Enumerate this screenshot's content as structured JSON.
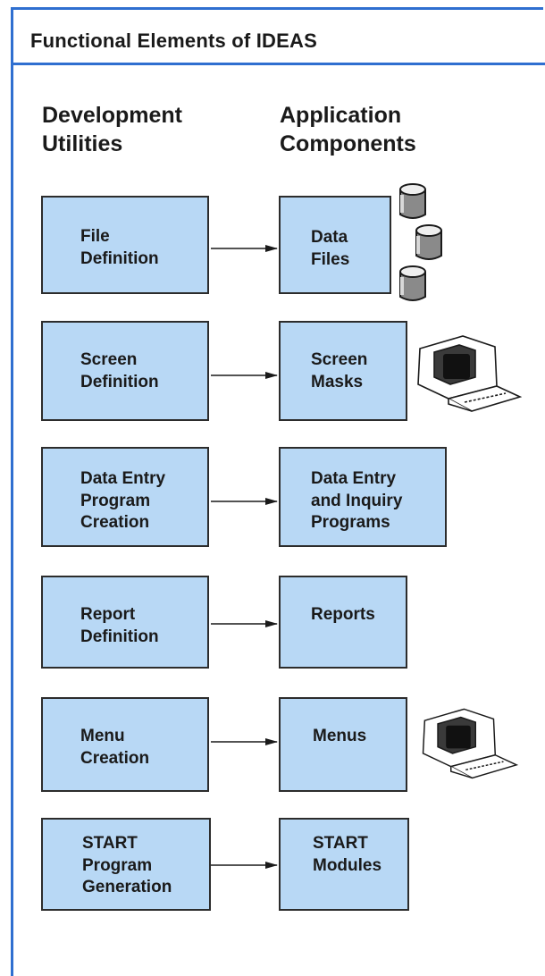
{
  "title": "Functional Elements of IDEAS",
  "columns": {
    "left_heading": "Development\nUtilities",
    "right_heading": "Application\nComponents"
  },
  "rows": [
    {
      "utility": "File\nDefinition",
      "component": "Data\nFiles",
      "art": "disk-pack-icon"
    },
    {
      "utility": "Screen\nDefinition",
      "component": "Screen\nMasks",
      "art": "terminal-icon"
    },
    {
      "utility": "Data Entry\nProgram\nCreation",
      "component": "Data Entry\nand Inquiry\nPrograms",
      "art": ""
    },
    {
      "utility": "Report\nDefinition",
      "component": "Reports",
      "art": ""
    },
    {
      "utility": "Menu\nCreation",
      "component": "Menus",
      "art": "terminal-icon"
    },
    {
      "utility": "START\nProgram\nGeneration",
      "component": "START\nModules",
      "art": ""
    }
  ],
  "colors": {
    "frame": "#2f6fd0",
    "box_fill": "#b8d8f5",
    "box_border": "#2c2c2c"
  }
}
